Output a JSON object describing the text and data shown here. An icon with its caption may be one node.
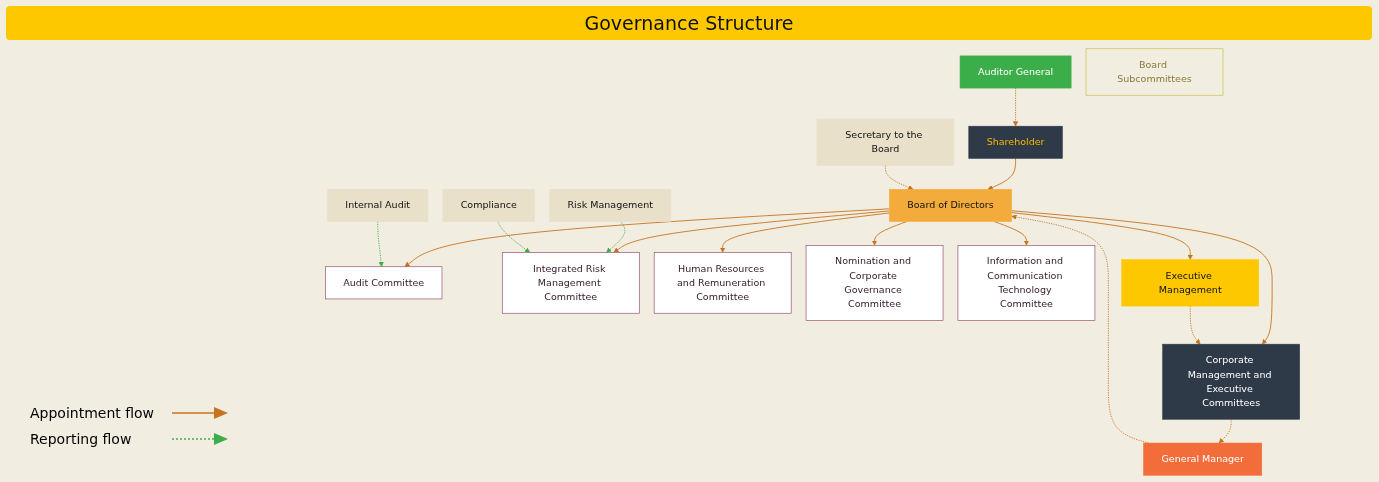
{
  "diagram": {
    "title": "Governance Structure",
    "nodes": [
      {
        "text": [
          "Shareholder"
        ]
      },
      {
        "text": [
          "Auditor General"
        ]
      },
      {
        "text": [
          "Board of Directors"
        ]
      },
      {
        "text": [
          "Board Subcommittees"
        ]
      },
      {
        "text": [
          "Audit Committee"
        ]
      },
      {
        "text": [
          "Integrated Risk Management Committee"
        ]
      },
      {
        "text": [
          "Human Resources and Remuneration Committee"
        ]
      },
      {
        "text": [
          "Nomination and Corporate Governance Committee"
        ]
      },
      {
        "text": [
          "Information and Communication Technology Committee"
        ]
      },
      {
        "text": [
          "Secretary to the Board"
        ]
      },
      {
        "text": [
          "General Manager"
        ]
      },
      {
        "text": [
          "Internal Audit"
        ]
      },
      {
        "text": [
          "Risk Management"
        ]
      },
      {
        "text": [
          "Corporate Management and Executive Committees"
        ]
      },
      {
        "text": [
          "Compliance"
        ]
      },
      {
        "text": [
          "Executive Management"
        ]
      }
    ],
    "edges": [
      {
        "from": 0,
        "to": 2,
        "arrow": "to"
      },
      {
        "from": 1,
        "to": 0,
        "arrow": "to",
        "style": "dashed"
      },
      {
        "from": 2,
        "to": 4,
        "arrow": "to"
      },
      {
        "from": 2,
        "to": 5,
        "arrow": "to"
      },
      {
        "from": 2,
        "to": 6,
        "arrow": "to"
      },
      {
        "from": 2,
        "to": 7,
        "arrow": "to"
      },
      {
        "from": 2,
        "to": 8,
        "arrow": "to"
      },
      {
        "from": 9,
        "to": 2,
        "arrow": "to",
        "style": "dashed"
      },
      {
        "from": 10,
        "to": 2,
        "arrow": "to",
        "style": "dashed"
      },
      {
        "from": 2,
        "to": 13,
        "arrow": "to"
      },
      {
        "from": 2,
        "to": 15,
        "arrow": "to"
      },
      {
        "from": 13,
        "to": 10,
        "arrow": "to",
        "style": "dashed"
      },
      {
        "from": 15,
        "to": 13,
        "arrow": "to",
        "style": "dashed"
      },
      {
        "from": 11,
        "to": 4,
        "arrow": "to",
        "style": "dashed",
        "color": "#3cae49"
      },
      {
        "from": 12,
        "to": 5,
        "arrow": "to",
        "style": "dashed",
        "color": "#3cae49"
      },
      {
        "from": 14,
        "to": 5,
        "arrow": "to",
        "style": "dashed",
        "color": "#3cae49"
      }
    ],
    "legend": [
      {
        "text": "Appointment flow"
      },
      {
        "text": "Reporting flow"
      }
    ]
  }
}
